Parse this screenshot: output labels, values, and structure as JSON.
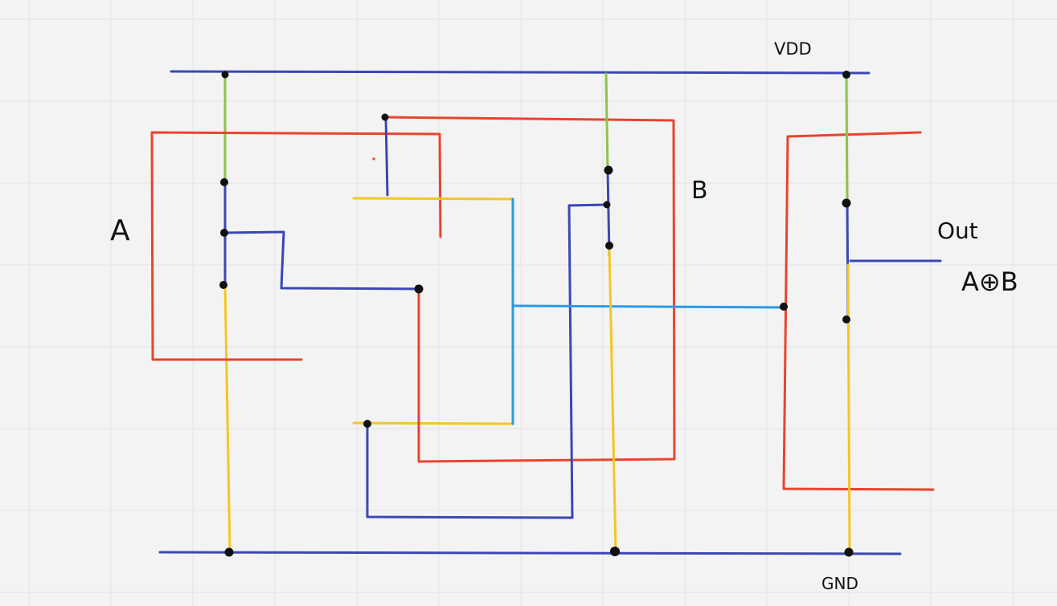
{
  "colors": {
    "background": "#f3f3f3",
    "grid": "#e3e3e3",
    "blue_wire": "#3a47b4",
    "red_wire": "#e8442e",
    "yellow_wire": "#f3c623",
    "green_wire": "#8bc34a",
    "cyan_wire": "#2b9ae8",
    "node": "#111111"
  },
  "labels": {
    "vdd": "VDD",
    "gnd": "GND",
    "input_a": "A",
    "input_b": "B",
    "output": "Out",
    "output_expr": "A⊕B"
  }
}
